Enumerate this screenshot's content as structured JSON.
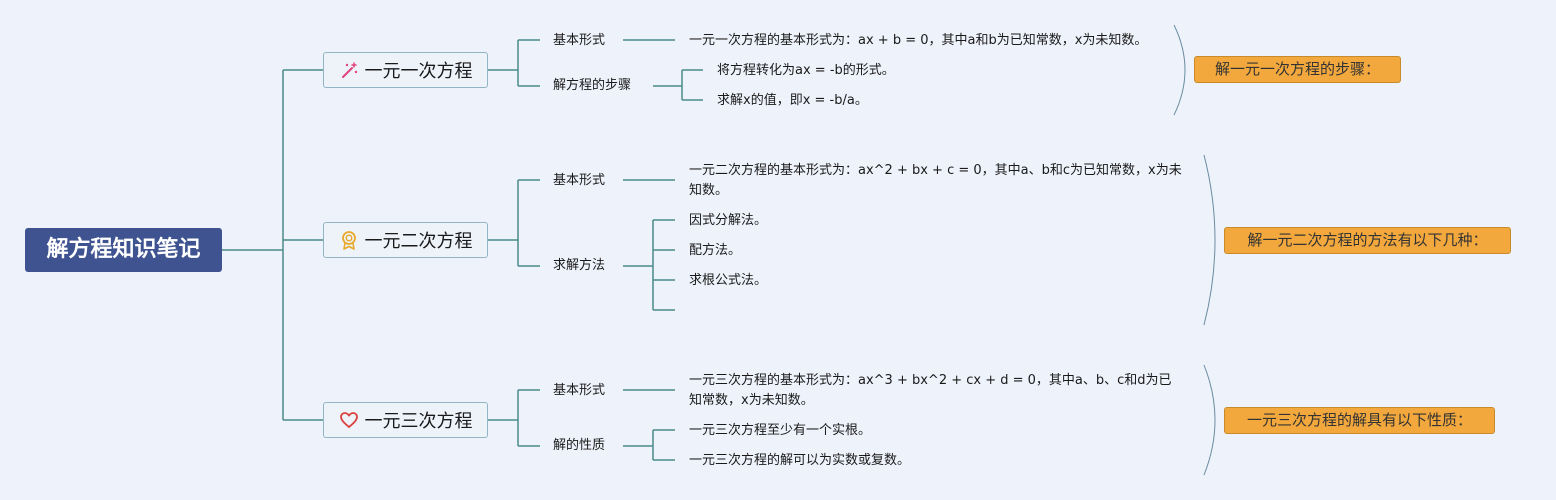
{
  "root": {
    "title": "解方程知识笔记"
  },
  "branches": [
    {
      "title": "一元一次方程",
      "icon": "magic-wand-icon",
      "topics": [
        {
          "label": "基本形式",
          "items": [
            "一元一次方程的基本形式为：ax + b = 0，其中a和b为已知常数，x为未知数。"
          ]
        },
        {
          "label": "解方程的步骤",
          "items": [
            "将方程转化为ax = -b的形式。",
            "求解x的值，即x = -b/a。"
          ]
        }
      ],
      "summary": "解一元一次方程的步骤："
    },
    {
      "title": "一元二次方程",
      "icon": "award-ribbon-icon",
      "topics": [
        {
          "label": "基本形式",
          "items": [
            "一元二次方程的基本形式为：ax^2 + bx + c = 0，其中a、b和c为已知常数，x为未知数。"
          ]
        },
        {
          "label": "求解方法",
          "items": [
            "因式分解法。",
            "配方法。",
            "求根公式法。",
            ""
          ]
        }
      ],
      "summary": "解一元二次方程的方法有以下几种："
    },
    {
      "title": "一元三次方程",
      "icon": "heart-icon",
      "topics": [
        {
          "label": "基本形式",
          "items": [
            "一元三次方程的基本形式为：ax^3 + bx^2 + cx + d = 0，其中a、b、c和d为已知常数，x为未知数。"
          ]
        },
        {
          "label": "解的性质",
          "items": [
            "一元三次方程至少有一个实根。",
            "一元三次方程的解可以为实数或复数。"
          ]
        }
      ],
      "summary": "一元三次方程的解具有以下性质："
    }
  ],
  "colors": {
    "root": "#3f5391",
    "line": "#4a8a8a",
    "callout": "#f2a83d",
    "node_border": "#93b4c2",
    "bracket": "#6a8ca0"
  }
}
